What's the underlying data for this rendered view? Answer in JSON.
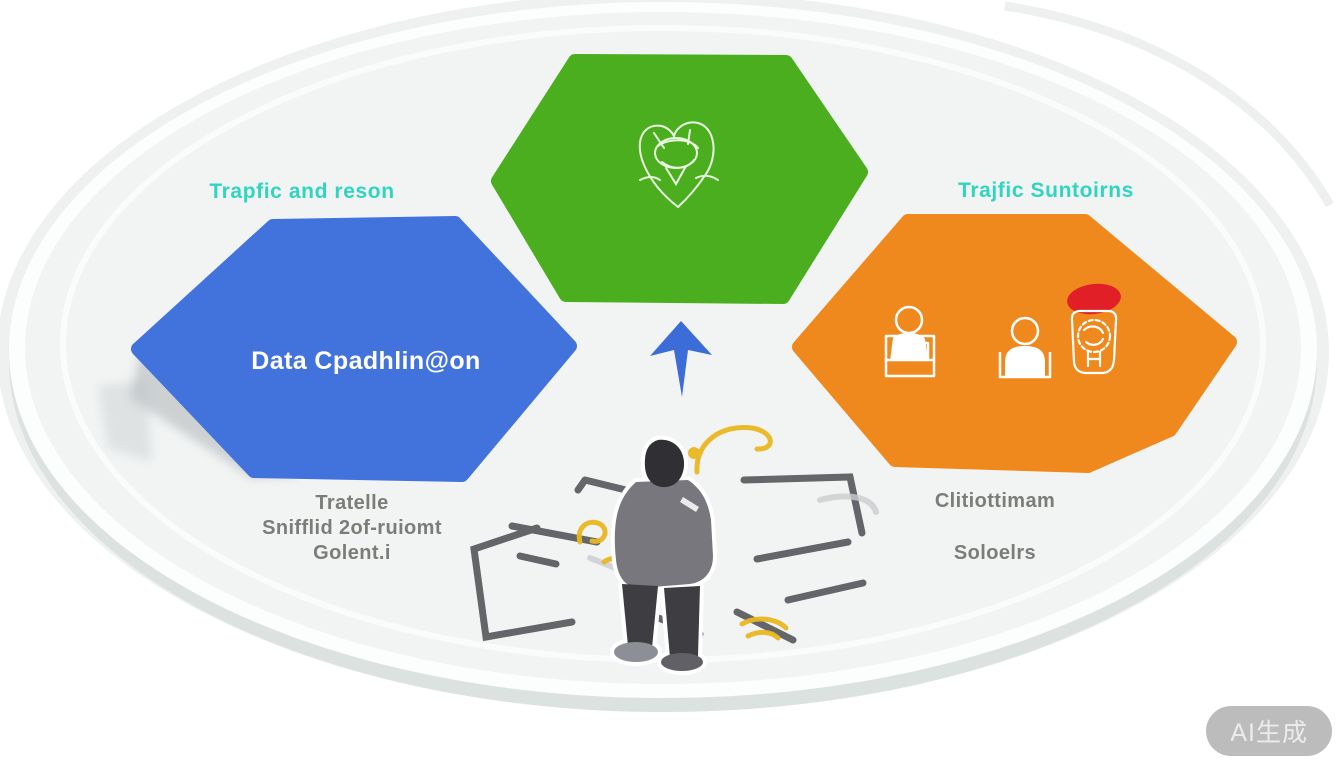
{
  "illustration": {
    "type": "hexagon-concept-diagram",
    "watermark": {
      "text": "AI生成",
      "bg": "rgba(173,173,173,0.82)",
      "text_color": "#ececec"
    }
  },
  "platform": {
    "rim_bottom_color": "#dce2df",
    "rim_top_color": "#fcfdfd",
    "surface_color": "#f2f4f4",
    "halo_color": "#eff1f1",
    "highlight_color": "#ffffff"
  },
  "labels": {
    "left": {
      "text": "Trapfic and reson",
      "color": "#2fd5c0"
    },
    "right": {
      "text": "Trajfic Suntoirns",
      "color": "#2fd5c0"
    }
  },
  "hexagons": {
    "green": {
      "color": "#4bae1f",
      "icon": "heart-doodle-icon",
      "icon_color": "#eafae2"
    },
    "blue": {
      "color": "#4272db",
      "title": "Data Cpadhlin@on",
      "title_color": "#ffffff",
      "captions": [
        "Tratelle",
        "Snifflid 2of-ruiomt",
        "Golent.i"
      ]
    },
    "orange": {
      "color": "#f0891d",
      "icon_color": "#ffffff",
      "accent_red": "#e01f27",
      "icons": [
        "seated-person-icon",
        "person-bust-icon",
        "brain-head-icon"
      ],
      "captions": [
        "Clitiottimam",
        "Soloelrs"
      ]
    }
  },
  "caption_color": "#7c7c78",
  "arrow": {
    "direction": "up",
    "color": "#3c6cd8"
  },
  "person": {
    "jacket": "#77777d",
    "hair": "#303034",
    "legs": "#3d3d42",
    "shoe_left": "#8d8f96",
    "shoe_right": "#606066",
    "stripe": "#ffffff"
  },
  "sketches": {
    "dark": "#55565a",
    "yellow": "#e9b822",
    "silver": "#c9ccce"
  }
}
